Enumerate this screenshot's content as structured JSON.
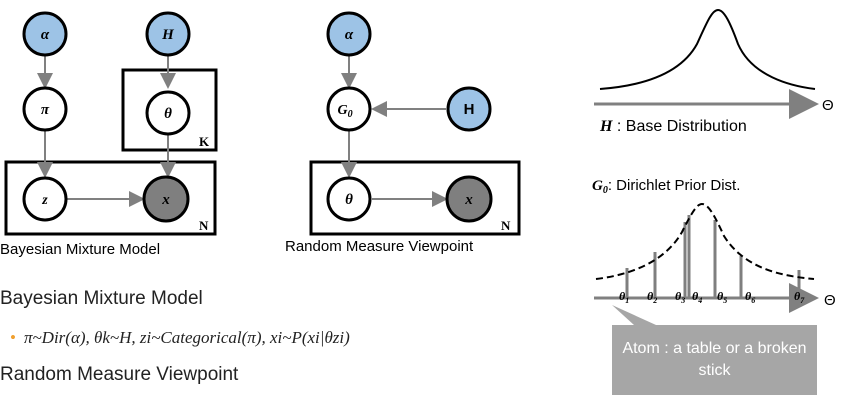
{
  "left_model": {
    "caption": "Bayesian Mixture Model",
    "nodes": {
      "alpha": "α",
      "H": "H",
      "pi": "π",
      "theta": "θ",
      "z": "z",
      "x": "x"
    },
    "plate_K": "K",
    "plate_N": "N"
  },
  "middle_model": {
    "caption": "Random Measure Viewpoint",
    "nodes": {
      "alpha": "α",
      "G0": "G",
      "G0_sub": "0",
      "H": "H",
      "theta": "θ",
      "x": "x"
    },
    "plate_N": "N"
  },
  "right": {
    "axis_label": "Θ",
    "base_label_sym": "H",
    "base_label_text": " : Base Distribution",
    "g0_label_sym": "G",
    "g0_label_sub": "0",
    "g0_label_text": ": Dirichlet Prior Dist.",
    "atoms": [
      "θ1",
      "θ2",
      "θ3",
      "θ4",
      "θ5",
      "θ6",
      "θ7"
    ],
    "callout": "Atom : a table or a broken stick"
  },
  "bottom": {
    "heading1": "Bayesian Mixture Model",
    "formula1": "π~Dir(α), θk~H, zi~Categorical(π), xi~P(xi|θzi)",
    "heading2": "Random Measure Viewpoint"
  },
  "colors": {
    "blue_node": "#9dc3e6",
    "gray_node": "#7f7f7f",
    "accent": "#f0a030",
    "callout": "#a6a6a6"
  }
}
